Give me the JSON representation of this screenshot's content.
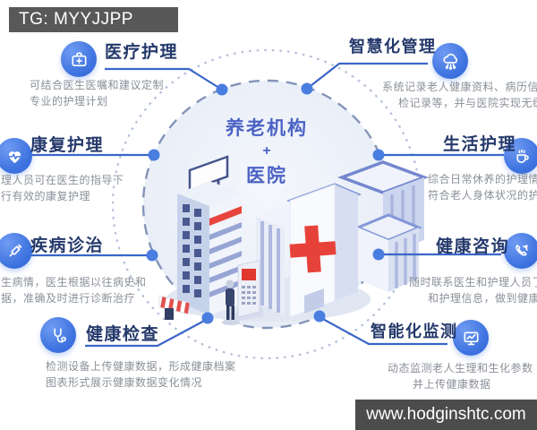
{
  "watermarks": {
    "top_left": "TG: MYYJJPP",
    "bottom_right": "www.hodginshtc.com"
  },
  "center": {
    "line1": "养老机构",
    "plus": "+",
    "line2": "医院"
  },
  "callouts": [
    {
      "id": "medical-care",
      "icon": "first-aid-kit-icon",
      "title": "医疗护理",
      "desc1": "可结合医生医嘱和建议定制",
      "desc2": "专业的护理计划"
    },
    {
      "id": "rehab-care",
      "icon": "heart-pulse-icon",
      "title": "康复护理",
      "desc1": "理人员可在医生的指导下",
      "desc2": "行有效的康复护理"
    },
    {
      "id": "disease-treat",
      "icon": "syringe-icon",
      "title": "疾病诊治",
      "desc1": "生病情，医生根据以往病史和",
      "desc2": "据，准确及时进行诊断治疗"
    },
    {
      "id": "health-checkup",
      "icon": "stethoscope-icon",
      "title": "健康检查",
      "desc1": "检测设备上传健康数据，形成健康档案",
      "desc2": "图表形式展示健康数据变化情况"
    },
    {
      "id": "smart-management",
      "icon": "cloud-network-icon",
      "title": "智慧化管理",
      "desc1": "系统记录老人健康资料、病历信息、体",
      "desc2": "检记录等，并与医院实现无缝对接"
    },
    {
      "id": "life-care",
      "icon": "coffee-cup-icon",
      "title": "生活护理",
      "desc1": "综合日常休养的护理情况指",
      "desc2": "符合老人身体状况的护理服"
    },
    {
      "id": "health-consult",
      "icon": "phone-consult-icon",
      "title": "健康咨询",
      "desc1": "随时联系医生和护理人员了解健",
      "desc2": "和护理信息，做到健康护理"
    },
    {
      "id": "smart-monitoring",
      "icon": "monitor-chart-icon",
      "title": "智能化监测",
      "desc1": "动态监测老人生理和生化参数",
      "desc2": "并上传健康数据"
    }
  ],
  "colors": {
    "accent_line": "#3a66c8",
    "title_navy": "#24396b",
    "desc_gray": "#8a9099",
    "icon_blue": "#3f74e0",
    "dot_blue": "#4a7de0",
    "medical_red": "#e8443c",
    "center_text": "#4c63c4",
    "bar_dark": "#4c4c4c",
    "circle_dash": "#8494b8"
  }
}
